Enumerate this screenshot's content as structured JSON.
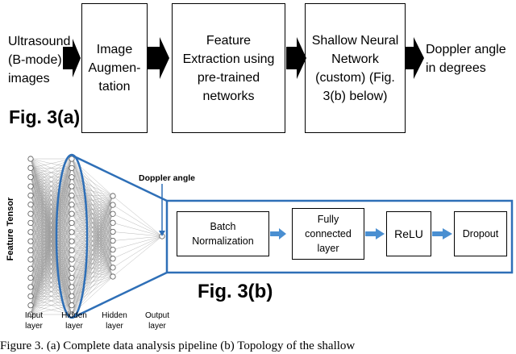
{
  "pipeline": {
    "input": "Ultrasound\n(B-mode)\nimages",
    "steps": [
      "Image\nAugmen-\ntation",
      "Feature\nExtraction using\npre-trained\nnetworks",
      "Shallow Neural\nNetwork\n(custom) (Fig.\n3(b) below)"
    ],
    "output": "Doppler angle\nin degrees",
    "figure_label": "Fig. 3(a)"
  },
  "network": {
    "feature_tensor_label": "Feature Tensor",
    "doppler_label": "Doppler angle",
    "layer_labels": [
      "Input\nlayer",
      "Hidden\nlayer",
      "Hidden\nlayer",
      "Output\nlayer"
    ],
    "blocks": [
      "Batch\nNormalization",
      "Fully\nconnected\nlayer",
      "ReLU",
      "Dropout"
    ],
    "figure_label": "Fig. 3(b)"
  },
  "colors": {
    "highlight": "#2e6fb7",
    "arrow_block": "#4a8fd1",
    "network_lines": "#9a9a9a"
  },
  "caption": "Figure 3. (a) Complete data analysis pipeline (b) Topology of the shallow"
}
